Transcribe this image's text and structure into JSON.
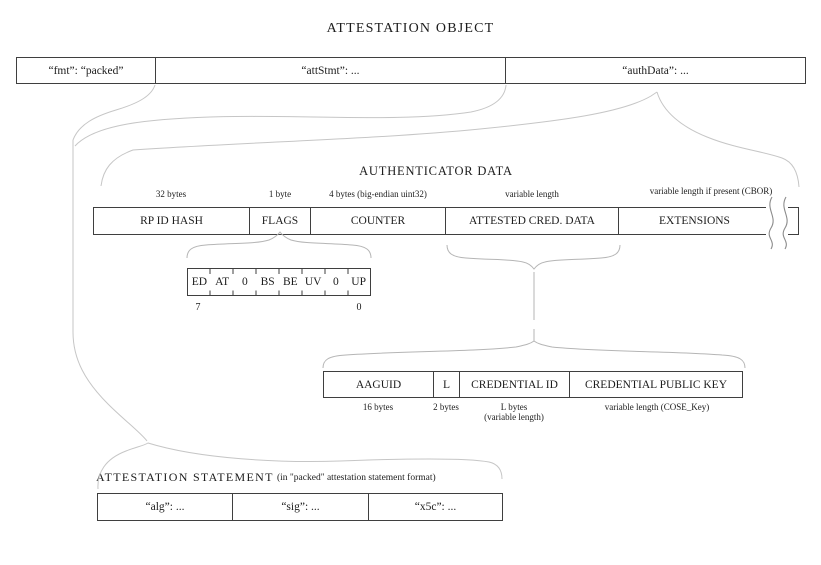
{
  "title": "ATTESTATION OBJECT",
  "attestation_object": {
    "cells": [
      {
        "label": "“fmt”: “packed”"
      },
      {
        "label": "“attStmt”: ..."
      },
      {
        "label": "“authData”: ..."
      }
    ]
  },
  "authenticator_data": {
    "title": "AUTHENTICATOR DATA",
    "fields": [
      {
        "label": "RP ID HASH",
        "size": "32 bytes"
      },
      {
        "label": "FLAGS",
        "size": "1 byte"
      },
      {
        "label": "COUNTER",
        "size": "4 bytes (big-endian uint32)"
      },
      {
        "label": "ATTESTED CRED. DATA",
        "size": "variable length"
      },
      {
        "label": "EXTENSIONS",
        "size": "variable length if present (CBOR)"
      }
    ]
  },
  "flags": {
    "bits": [
      "ED",
      "AT",
      "0",
      "BS",
      "BE",
      "UV",
      "0",
      "UP"
    ],
    "msb": "7",
    "lsb": "0"
  },
  "attested_credential_data": {
    "fields": [
      {
        "label": "AAGUID",
        "size": "16 bytes"
      },
      {
        "label": "L",
        "size": "2 bytes"
      },
      {
        "label": "CREDENTIAL ID",
        "size": "L bytes",
        "size2": "(variable length)"
      },
      {
        "label": "CREDENTIAL PUBLIC KEY",
        "size": "variable length (COSE_Key)"
      }
    ]
  },
  "attestation_statement": {
    "title": "ATTESTATION STATEMENT",
    "subtitle": "(in \"packed\" attestation statement format)",
    "cells": [
      {
        "label": "“alg”: ..."
      },
      {
        "label": "“sig”: ..."
      },
      {
        "label": "“x5c”: ..."
      }
    ]
  }
}
